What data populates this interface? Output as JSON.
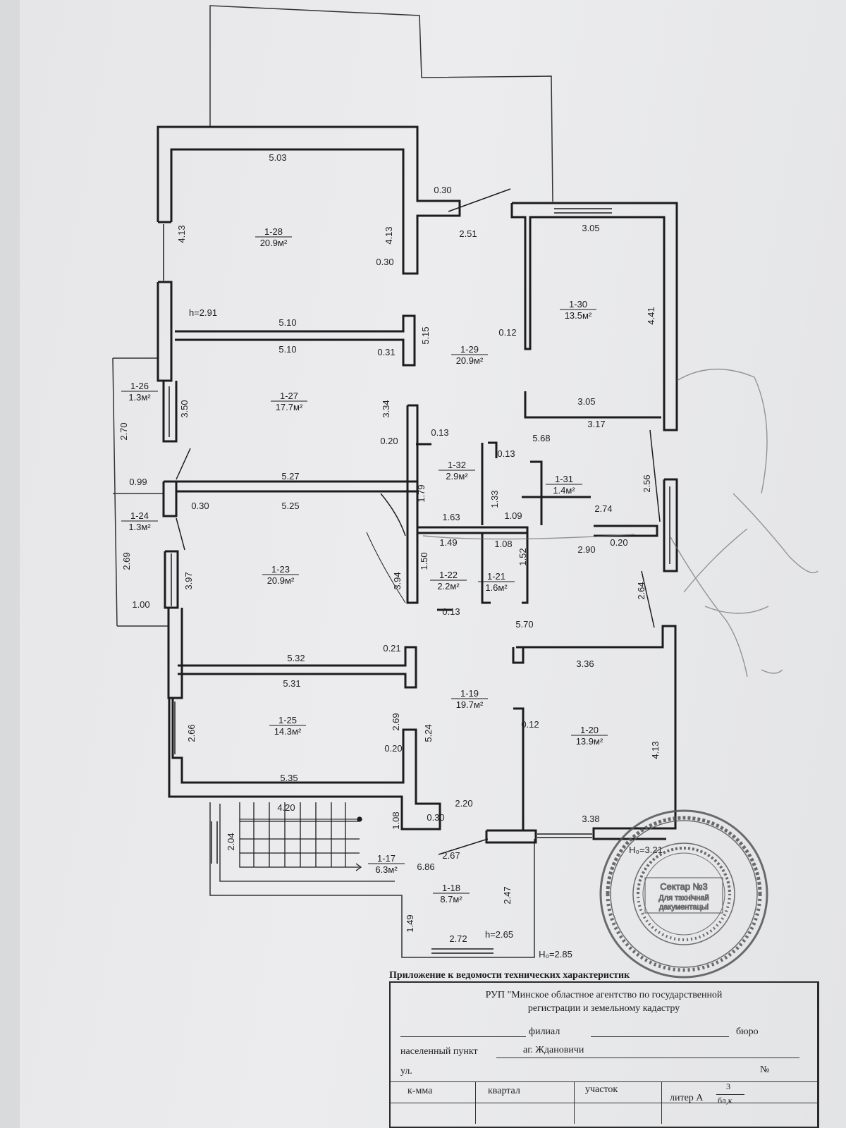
{
  "plan": {
    "rooms": [
      {
        "id": "1-28",
        "area": "20.9м²"
      },
      {
        "id": "1-29",
        "area": "20.9м²"
      },
      {
        "id": "1-30",
        "area": "13.5м²"
      },
      {
        "id": "1-26",
        "area": "1.3м²"
      },
      {
        "id": "1-27",
        "area": "17.7м²"
      },
      {
        "id": "1-32",
        "area": "2.9м²"
      },
      {
        "id": "1-31",
        "area": "1.4м²"
      },
      {
        "id": "1-24",
        "area": "1.3м²"
      },
      {
        "id": "1-23",
        "area": "20.9м²"
      },
      {
        "id": "1-22",
        "area": "2.2м²"
      },
      {
        "id": "1-21",
        "area": "1.6м²"
      },
      {
        "id": "1-19",
        "area": "19.7м²"
      },
      {
        "id": "1-25",
        "area": "14.3м²"
      },
      {
        "id": "1-20",
        "area": "13.9м²"
      },
      {
        "id": "1-17",
        "area": "6.3м²"
      },
      {
        "id": "1-18",
        "area": "8.7м²"
      }
    ],
    "dimensions": {
      "d503": "5.03",
      "d413a": "4.13",
      "d413b": "4.13",
      "d030a": "0.30",
      "d030b": "0.30",
      "d251": "2.51",
      "d305a": "3.05",
      "d441": "4.41",
      "d291": "h=2.91",
      "d510a": "5.10",
      "d515": "5.15",
      "d012a": "0.12",
      "d510b": "5.10",
      "d031": "0.31",
      "d305b": "3.05",
      "d317": "3.17",
      "d350": "3.50",
      "d270": "2.70",
      "d334": "3.34",
      "d020a": "0.20",
      "d013a": "0.13",
      "d568": "5.68",
      "d013b": "0.13",
      "d256": "2.56",
      "d099": "0.99",
      "d527": "5.27",
      "d179": "1.79",
      "d133": "1.33",
      "d030c": "0.30",
      "d525": "5.25",
      "d163": "1.63",
      "d109": "1.09",
      "d274": "2.74",
      "d149": "1.49",
      "d108": "1.08",
      "d020b": "0.20",
      "d290": "2.90",
      "d152": "1.52",
      "d150": "1.50",
      "d269a": "2.69",
      "d397": "3.97",
      "d394": "3.94",
      "d264": "2.64",
      "d013c": "0.13",
      "d100": "1.00",
      "d570": "5.70",
      "d532": "5.32",
      "d021": "0.21",
      "d336": "3.36",
      "d531": "5.31",
      "d269b": "2.69",
      "d524": "5.24",
      "d012b": "0.12",
      "d266": "2.66",
      "d020c": "0.20",
      "d413c": "4.13",
      "d535": "5.35",
      "d420": "4.20",
      "d108b": "1.08",
      "d030d": "0.30",
      "d220": "2.20",
      "d338": "3.38",
      "d204": "2.04",
      "d686": "6.86",
      "d267": "2.67",
      "d247": "2.47",
      "d149b": "1.49",
      "d272": "2.72",
      "d265": "h=2.65",
      "d321": "H₀=3.21",
      "d285": "H₀=2.85"
    }
  },
  "stamp": {
    "center_line1": "Сектар №3",
    "center_line2": "Для тэхнічнай",
    "center_line3": "дакументацыі"
  },
  "titleblock": {
    "caption": "Приложение к ведомости технических характеристик",
    "org_line1": "РУП \"Минское областное агентство по государственной",
    "org_line2": "регистрации и земельному кадастру",
    "branch_label": "филиал",
    "bureau_label": "бюро",
    "locality_label": "населенный пункт",
    "locality_value": "аг. Ждановичи",
    "street_label": "ул.",
    "number_label": "№",
    "kmma_label": "к-мма",
    "quarter_label": "квартал",
    "plot_label": "участок",
    "litera_label": "литер А",
    "litera_num": "3",
    "litera_den": "бл,к"
  }
}
